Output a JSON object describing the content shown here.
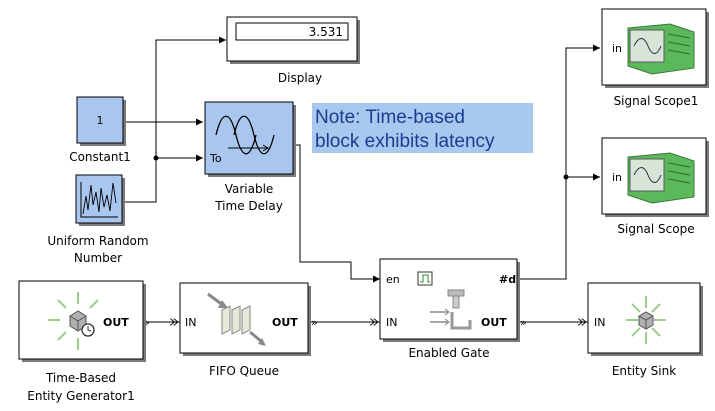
{
  "note": {
    "line1": "Note: Time-based",
    "line2": "block exhibits latency"
  },
  "blocks": {
    "display": {
      "value": "3.531",
      "label": "Display"
    },
    "constant": {
      "value": "1",
      "label": "Constant1"
    },
    "uniform_random": {
      "label_line1": "Uniform Random",
      "label_line2": "Number"
    },
    "variable_time_delay": {
      "port_to": "To",
      "label_line1": "Variable",
      "label_line2": "Time Delay"
    },
    "signal_scope1": {
      "port_in": "in",
      "label": "Signal Scope1"
    },
    "signal_scope": {
      "port_in": "in",
      "label": "Signal Scope"
    },
    "entity_generator": {
      "port_out": "OUT",
      "label_line1": "Time-Based",
      "label_line2": "Entity Generator1"
    },
    "fifo_queue": {
      "port_in": "IN",
      "port_out": "OUT",
      "label": "FIFO Queue"
    },
    "enabled_gate": {
      "port_en": "en",
      "port_d": "#d",
      "port_in": "IN",
      "port_out": "OUT",
      "label": "Enabled Gate"
    },
    "entity_sink": {
      "port_in": "IN",
      "label": "Entity Sink"
    }
  },
  "colors": {
    "block_blue": "#a9c7ee",
    "note_bg": "#a8c8f0",
    "note_text": "#1a3d8f",
    "scope_green": "#5bb85b"
  },
  "icons": [
    "sine-wave-delay-icon",
    "random-signal-plot-icon",
    "scope-icon",
    "entity-generator-icon",
    "fifo-queue-icon",
    "gate-icon",
    "entity-sink-icon",
    "pulse-icon"
  ]
}
